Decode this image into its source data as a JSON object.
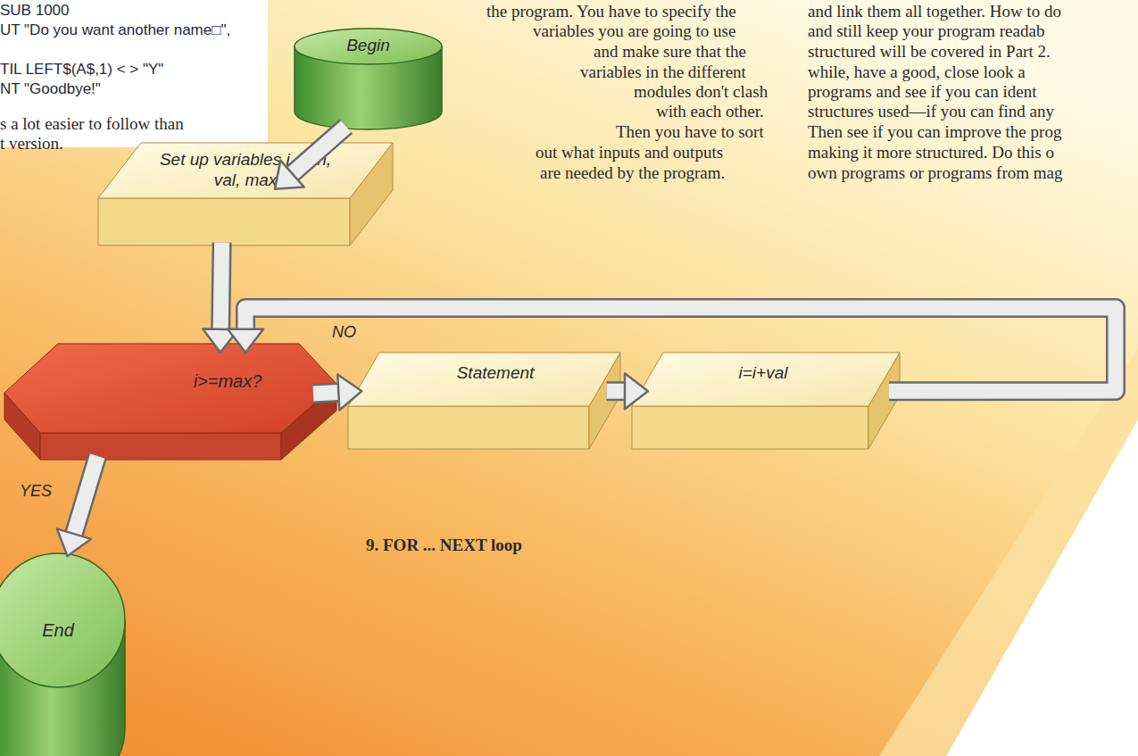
{
  "diagram": {
    "caption": "9. FOR ... NEXT loop",
    "nodes": [
      {
        "text": [
          "Begin"
        ]
      },
      {
        "text": [
          "Set up variables i, min, val, max"
        ]
      },
      {
        "text": [
          "i>=max?"
        ]
      },
      {
        "text": [
          "Statement"
        ]
      },
      {
        "text": [
          "i=i+val"
        ]
      },
      {
        "text": [
          "End"
        ]
      }
    ],
    "edges": [
      {
        "from": 0,
        "to": 1,
        "arrow": "to"
      },
      {
        "from": 1,
        "to": 2,
        "arrow": "to"
      },
      {
        "from": 2,
        "to": 3,
        "arrow": "to",
        "label": "NO"
      },
      {
        "from": 3,
        "to": 4,
        "arrow": "to"
      },
      {
        "from": 4,
        "to": 2,
        "arrow": "to"
      },
      {
        "from": 2,
        "to": 5,
        "arrow": "to",
        "label": "YES"
      }
    ],
    "labels": [
      "SUB 1000",
      "UT \"Do you want another name□\",",
      "TIL LEFT$(A$,1) < > \"Y\"",
      "NT \"Goodbye!\"",
      "s a lot easier to follow than",
      "t version.",
      "the program. You have to specify the",
      "variables you are going to use",
      "and make sure that the",
      "variables in the different",
      "modules don't clash",
      "with each other.",
      "Then you have to sort",
      "out what inputs and outputs",
      "are needed by the program.",
      "and link them all together. How to do",
      "and still keep your program readab",
      "structured will be covered in Part 2.",
      "while, have a good, close look a",
      "programs and see if you can ident",
      "structures used—if you can find any",
      "Then see if you can improve the prog",
      "making it more structured. Do this o",
      "own programs or programs from mag"
    ]
  }
}
